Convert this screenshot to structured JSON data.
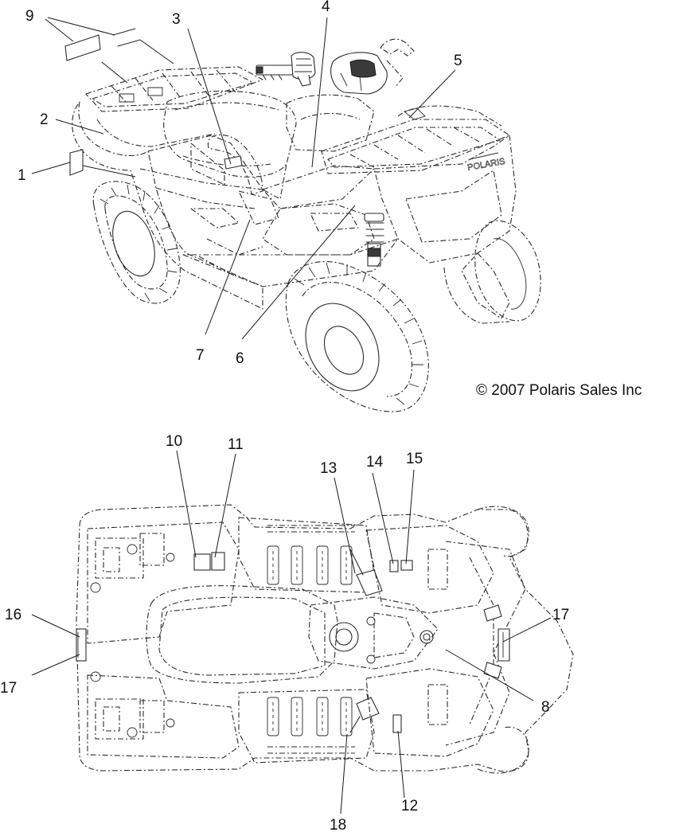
{
  "copyright": "© 2007 Polaris Sales Inc",
  "side_view": {
    "callouts": {
      "c1": "1",
      "c2": "2",
      "c3": "3",
      "c4": "4",
      "c5": "5",
      "c6": "6",
      "c7": "7",
      "c9": "9"
    }
  },
  "top_view": {
    "callouts": {
      "c8": "8",
      "c10": "10",
      "c11": "11",
      "c12": "12",
      "c13": "13",
      "c14": "14",
      "c15": "15",
      "c16": "16",
      "c17_left": "17",
      "c17_right": "17",
      "c18": "18"
    }
  }
}
